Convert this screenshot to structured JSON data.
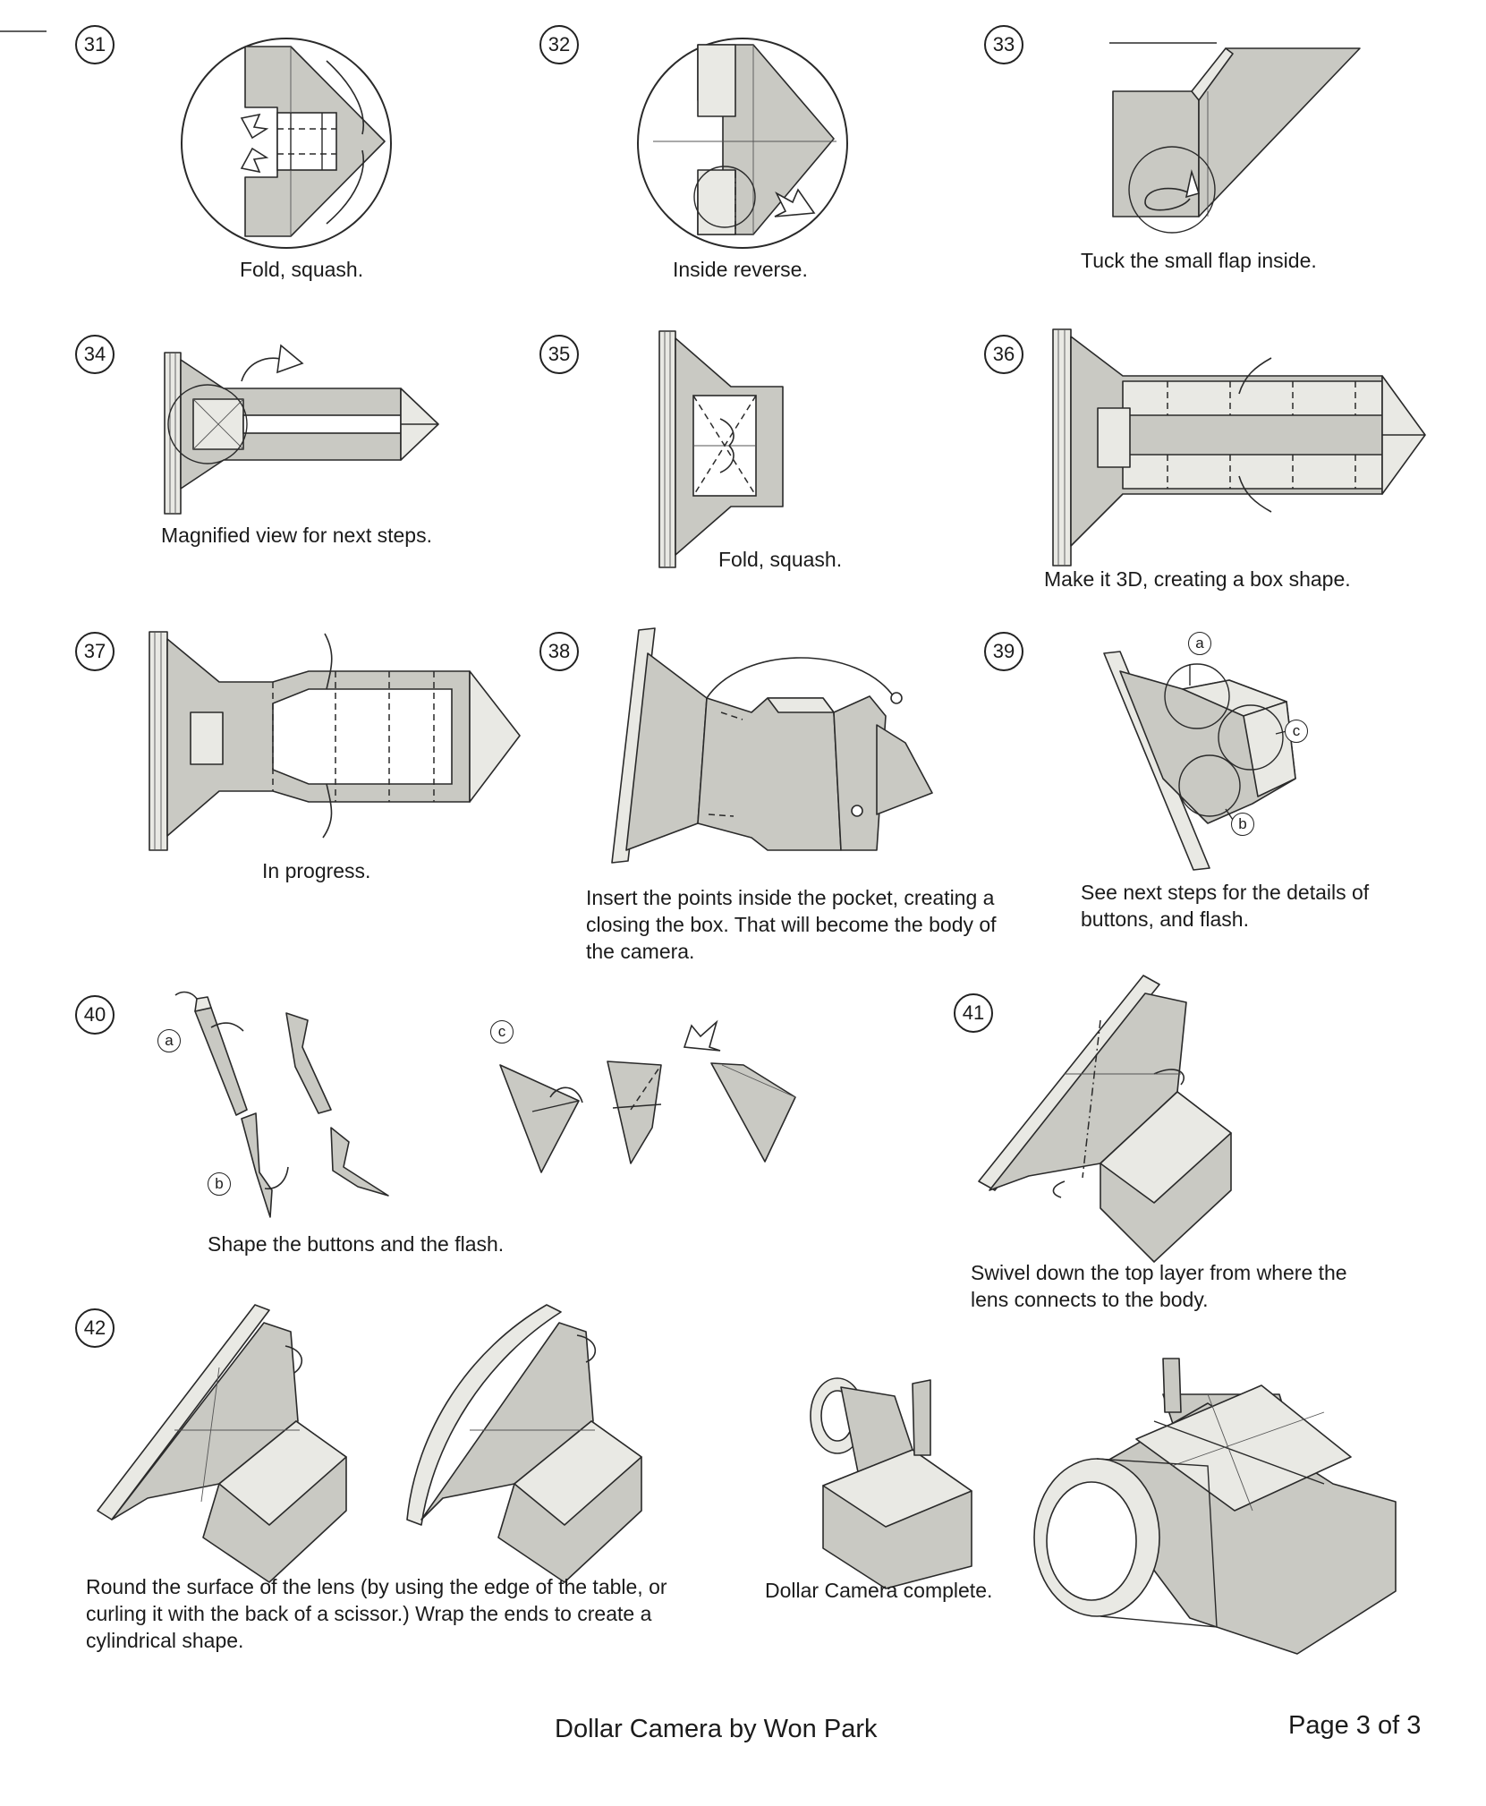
{
  "steps": [
    {
      "num": "31",
      "caption": "Fold, squash."
    },
    {
      "num": "32",
      "caption": "Inside reverse."
    },
    {
      "num": "33",
      "caption": "Tuck the small flap inside."
    },
    {
      "num": "34",
      "caption": "Magnified view for next steps."
    },
    {
      "num": "35",
      "caption": "Fold, squash."
    },
    {
      "num": "36",
      "caption": "Make it 3D, creating a box shape."
    },
    {
      "num": "37",
      "caption": "In progress."
    },
    {
      "num": "38",
      "caption": "Insert the points inside the pocket, creating a closing the box. That will become the body of the camera."
    },
    {
      "num": "39",
      "caption": "See next steps for the details of buttons, and flash.",
      "labels": [
        "a",
        "c",
        "b"
      ]
    },
    {
      "num": "40",
      "caption": "Shape the buttons and the flash.",
      "labels": [
        "a",
        "b",
        "c"
      ]
    },
    {
      "num": "41",
      "caption": "Swivel down the top layer from where the lens connects to the body."
    },
    {
      "num": "42",
      "caption": "Round the surface of the lens (by using the edge of the table, or curling it with the back of a scissor.) Wrap the ends to create a cylindrical shape."
    }
  ],
  "complete_caption": "Dollar Camera complete.",
  "footer": {
    "title": "Dollar Camera by Won Park",
    "page": "Page 3 of 3"
  },
  "colors": {
    "paper": "#c9c9c3",
    "ink": "#2a2a2a"
  }
}
